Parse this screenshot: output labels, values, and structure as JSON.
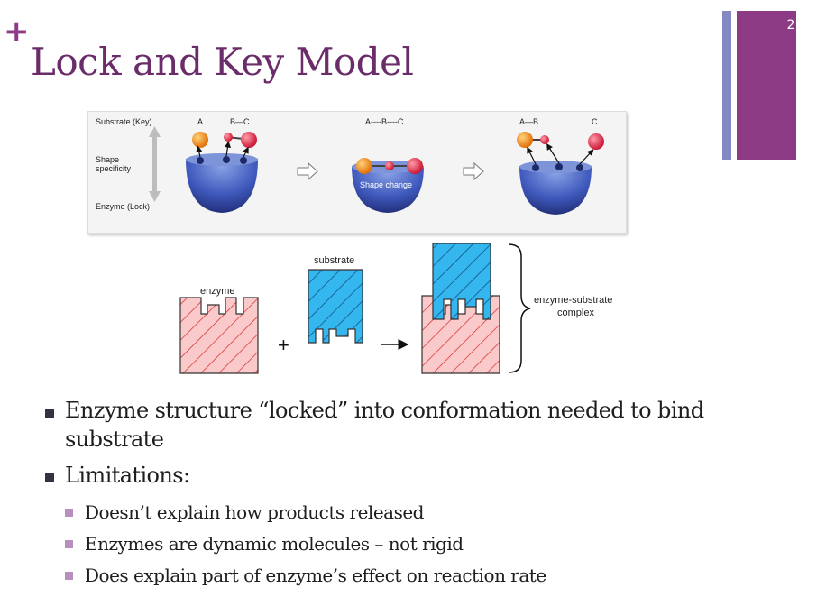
{
  "slide": {
    "title": "Lock and Key Model",
    "page_number": "2",
    "accent_colors": {
      "purple": "#8d3b85",
      "lavender": "#8589c3",
      "title": "#6b2c6a",
      "bullet_sub": "#b98fc0"
    }
  },
  "top_figure": {
    "substrate_key": "Substrate (Key)",
    "shape_specificity_line1": "Shape",
    "shape_specificity_line2": "specificity",
    "enzyme_lock": "Enzyme  (Lock)",
    "label_a": "A",
    "label_bc": "B—C",
    "label_abc": "A----B----C",
    "label_ab": "A—B",
    "label_c": "C",
    "shape_change": "Shape change"
  },
  "bottom_figure": {
    "enzyme": "enzyme",
    "substrate": "substrate",
    "plus": "+",
    "complex_line1": "enzyme-substrate",
    "complex_line2": "complex"
  },
  "bullets": [
    {
      "level": 1,
      "line1": "Enzyme structure “locked” into conformation needed to bind",
      "line2": "substrate"
    },
    {
      "level": 1,
      "line1": "Limitations:"
    },
    {
      "level": 2,
      "line1": "Doesn’t explain how products released"
    },
    {
      "level": 2,
      "line1": "Enzymes are dynamic molecules – not rigid"
    },
    {
      "level": 2,
      "line1": "Does explain part of enzyme’s effect on reaction rate"
    }
  ]
}
